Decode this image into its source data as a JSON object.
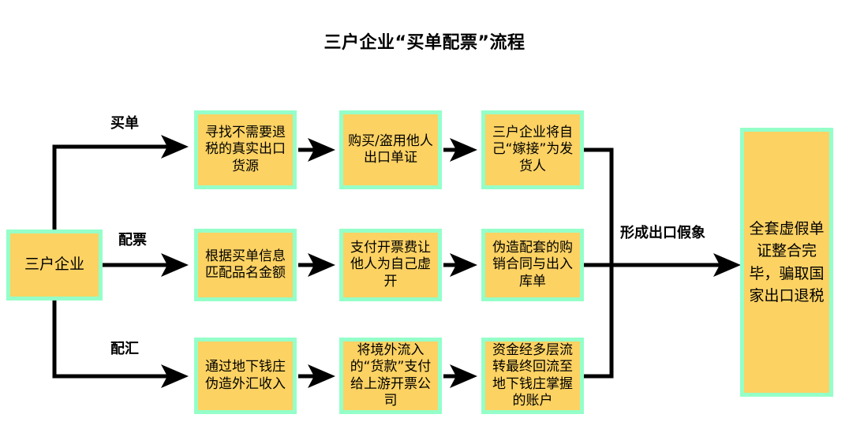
{
  "title": "三户企业“买单配票”流程",
  "colors": {
    "box_fill": "#FCD263",
    "box_border": "#94FFC8",
    "line": "#000000",
    "text": "#000000",
    "background": "#FFFFFF"
  },
  "source_node": {
    "label": "三户企业"
  },
  "branches": [
    {
      "edge_label": "买单",
      "steps": [
        {
          "label": "寻找不需要退税的真实出口货源"
        },
        {
          "label": "购买/盗用他人出口单证"
        },
        {
          "label": "三户企业将自己“嫁接”为发货人"
        }
      ]
    },
    {
      "edge_label": "配票",
      "steps": [
        {
          "label": "根据买单信息匹配品名金额"
        },
        {
          "label": "支付开票费让他人为自己虚开"
        },
        {
          "label": "伪造配套的购销合同与出入库单"
        }
      ]
    },
    {
      "edge_label": "配汇",
      "steps": [
        {
          "label": "通过地下钱庄伪造外汇收入"
        },
        {
          "label": "将境外流入的“货款”支付给上游开票公司"
        },
        {
          "label": "资金经多层流转最终回流至地下钱庄掌握的账户"
        }
      ]
    }
  ],
  "merge_label": "形成出口假象",
  "final_node": {
    "label": "全套虚假单证整合完毕，骗取国家出口退税"
  }
}
